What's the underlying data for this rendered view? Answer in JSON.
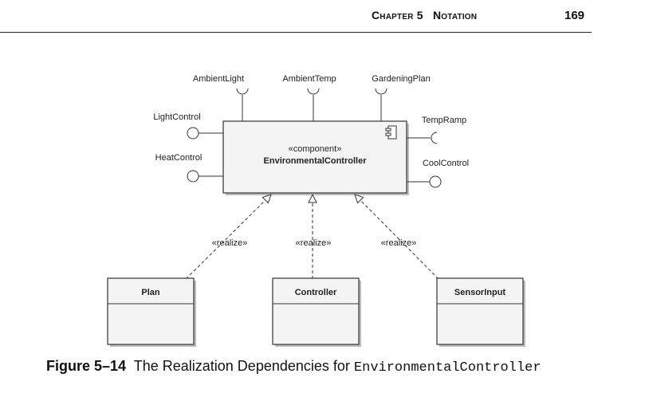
{
  "header": {
    "chapter": "Chapter 5",
    "title": "Notation",
    "page_number": "169"
  },
  "component": {
    "stereotype": "«component»",
    "name": "EnvironmentalController"
  },
  "provided_interfaces": [
    "LightControl",
    "HeatControl",
    "CoolControl"
  ],
  "required_interfaces": [
    "AmbientLight",
    "AmbientTemp",
    "GardeningPlan",
    "TempRamp"
  ],
  "realization_label": "«realize»",
  "classes": [
    "Plan",
    "Controller",
    "SensorInput"
  ],
  "caption": {
    "label": "Figure 5–14",
    "text": "The Realization Dependencies for",
    "code": "EnvironmentalController"
  }
}
